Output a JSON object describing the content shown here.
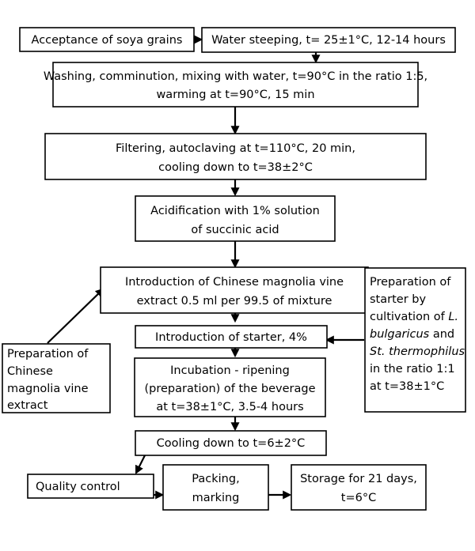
{
  "steps": {
    "acceptance": "Acceptance of soya grains",
    "steeping": "Water steeping, t= 25±1°C, 12-14 hours",
    "washing": {
      "line1": "Washing, comminution, mixing with water, t=90°C in the ratio 1:5,",
      "line2": "warming at t=90°C, 15 min"
    },
    "filtering": {
      "line1": "Filtering, autoclaving at t=110°C, 20 min,",
      "line2": "cooling down to t=38±2°C"
    },
    "acidification": {
      "line1": "Acidification with 1% solution",
      "line2": "of succinic acid"
    },
    "intro_extract": {
      "line1": "Introduction of Chinese magnolia vine",
      "line2": "extract 0.5 ml per 99.5 of mixture"
    },
    "prep_extract": {
      "line1": "Preparation of",
      "line2": "Chinese",
      "line3": "magnolia vine",
      "line4": "extract"
    },
    "prep_starter": {
      "line1": "Preparation of",
      "line2a": "starter by",
      "line3a": "cultivation of ",
      "line3b": "L.",
      "line4a": "bulgaricus",
      "line4b": " and",
      "line5a": "St. thermophilus",
      "line6": "in the ratio 1:1",
      "line7": "at t=38±1°C"
    },
    "intro_starter": "Introduction of starter, 4%",
    "incubation": {
      "line1": "Incubation - ripening",
      "line2": "(preparation) of the beverage",
      "line3": "at t=38±1°C, 3.5-4 hours"
    },
    "cooling": "Cooling down to t=6±2°C",
    "quality": "Quality control",
    "packing": {
      "line1": "Packing,",
      "line2": "marking"
    },
    "storage": {
      "line1": "Storage for 21 days,",
      "line2": "t=6°C"
    }
  },
  "colors": {
    "stroke": "#000000",
    "fill": "#ffffff",
    "text": "#000000"
  }
}
